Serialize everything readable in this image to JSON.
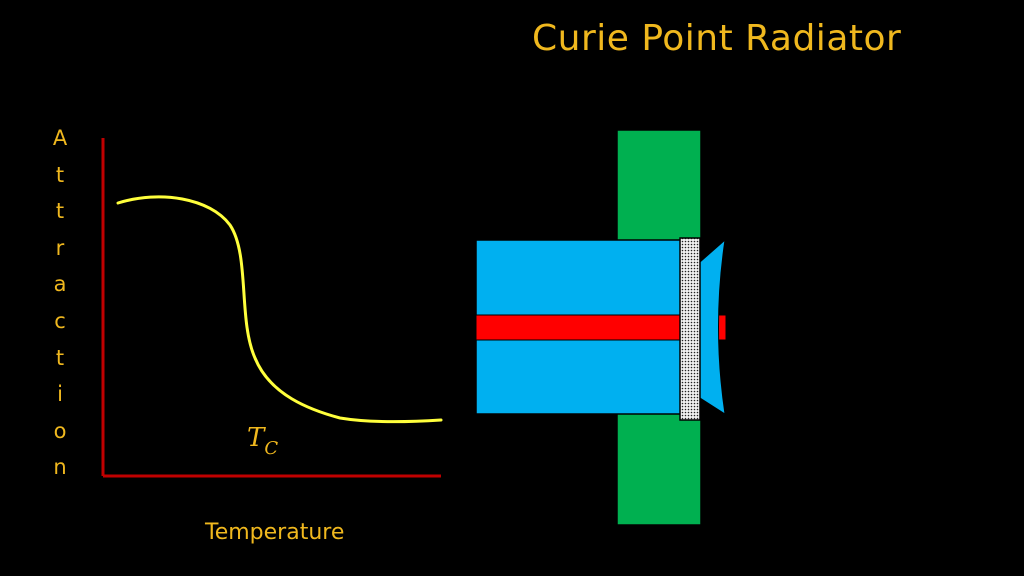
{
  "slide": {
    "title": "Curie Point Radiator"
  },
  "graph": {
    "y_axis_label": "Attraction",
    "x_axis_label": "Temperature",
    "curve_label_main": "T",
    "curve_label_sub": "C",
    "colors": {
      "axes": "#c00000",
      "curve": "#ffff3c",
      "labels": "#f0b81e"
    }
  },
  "device": {
    "colors": {
      "wall": "#00b050",
      "housing": "#00b0f0",
      "rod": "#ff0000",
      "plate": "#e0e0e0",
      "outline": "#000000"
    }
  }
}
